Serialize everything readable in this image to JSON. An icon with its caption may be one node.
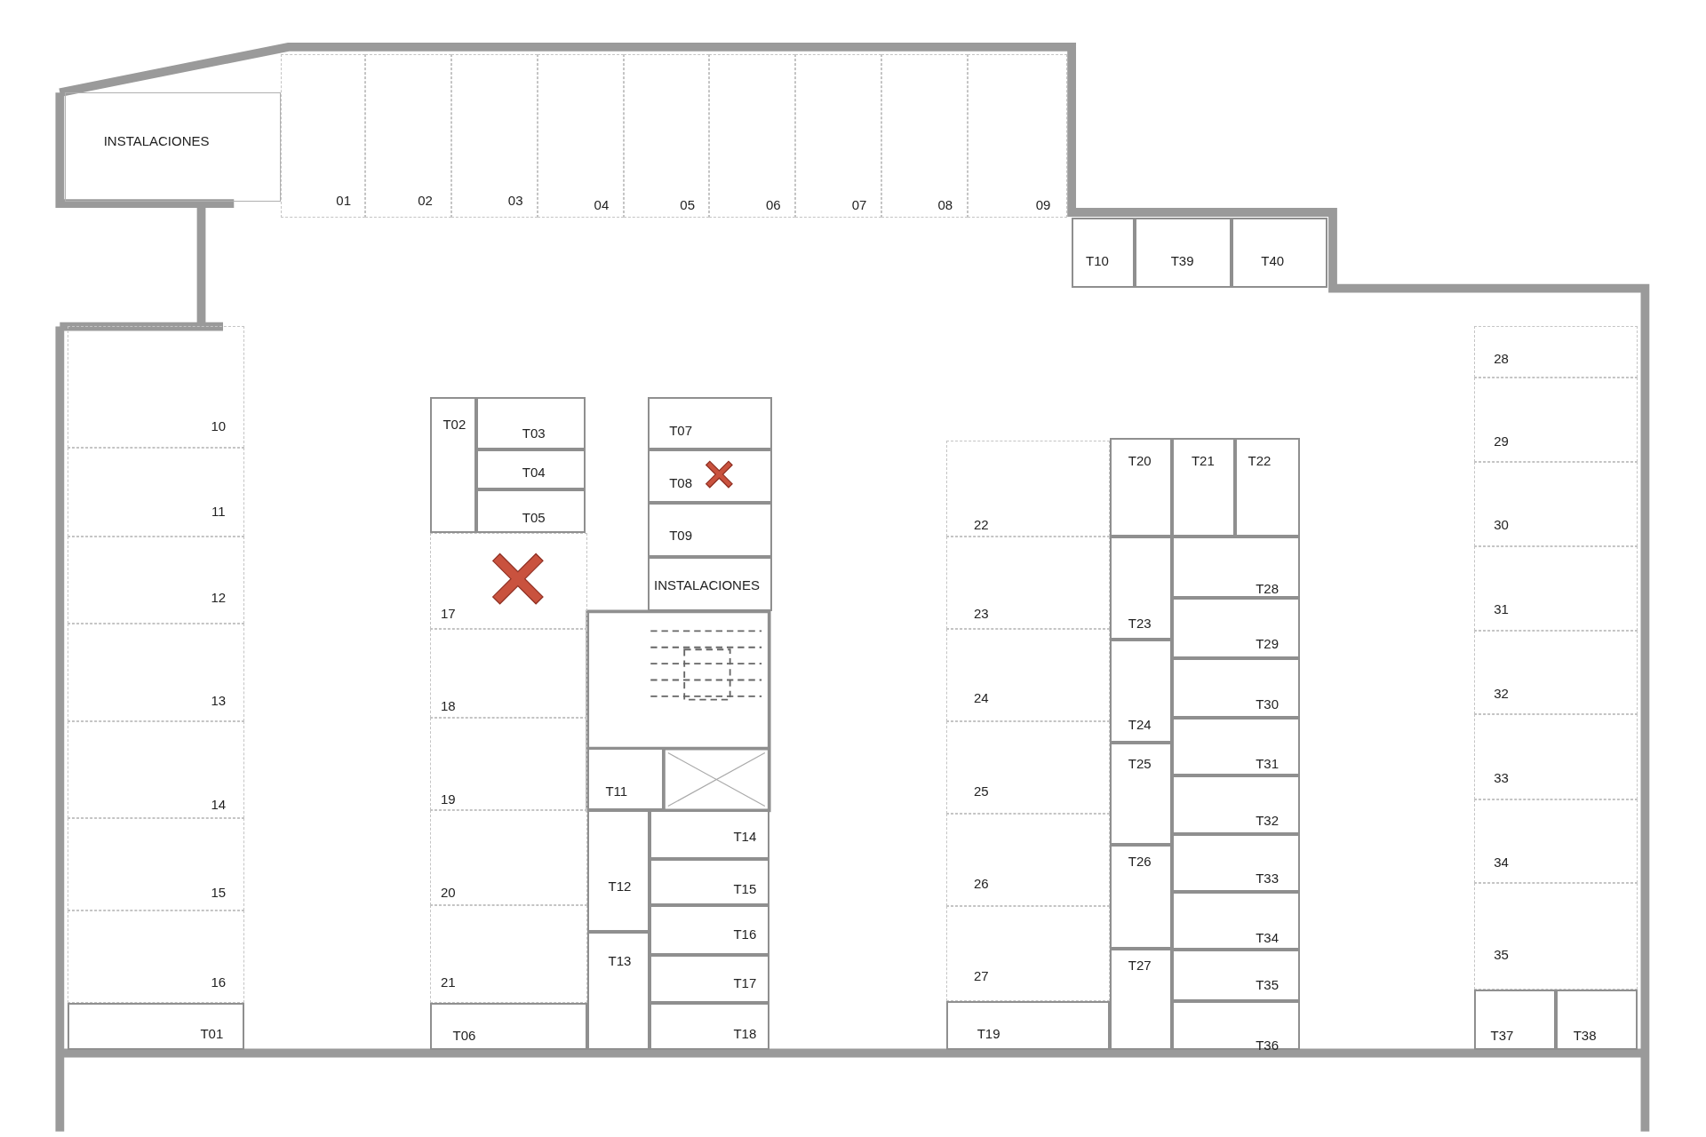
{
  "diagram": {
    "nodes": [
      {
        "text": [
          "INSTALACIONES"
        ]
      },
      {
        "text": [
          "01"
        ]
      },
      {
        "text": [
          "02"
        ]
      },
      {
        "text": [
          "03"
        ]
      },
      {
        "text": [
          "04"
        ]
      },
      {
        "text": [
          "05"
        ]
      },
      {
        "text": [
          "06"
        ]
      },
      {
        "text": [
          "07"
        ]
      },
      {
        "text": [
          "08"
        ]
      },
      {
        "text": [
          "09"
        ]
      },
      {
        "text": [
          "T10"
        ]
      },
      {
        "text": [
          "T39"
        ]
      },
      {
        "text": [
          "T40"
        ]
      },
      {
        "text": [
          "10"
        ]
      },
      {
        "text": [
          "11"
        ]
      },
      {
        "text": [
          "12"
        ]
      },
      {
        "text": [
          "13"
        ]
      },
      {
        "text": [
          "14"
        ]
      },
      {
        "text": [
          "15"
        ]
      },
      {
        "text": [
          "16"
        ]
      },
      {
        "text": [
          "T01"
        ]
      },
      {
        "text": [
          "T02"
        ]
      },
      {
        "text": [
          "T03"
        ]
      },
      {
        "text": [
          "T04"
        ]
      },
      {
        "text": [
          "T05"
        ]
      },
      {
        "text": [
          "17"
        ]
      },
      {
        "text": [
          "18"
        ]
      },
      {
        "text": [
          "19"
        ]
      },
      {
        "text": [
          "20"
        ]
      },
      {
        "text": [
          "21"
        ]
      },
      {
        "text": [
          "T06"
        ]
      },
      {
        "text": [
          "T07"
        ]
      },
      {
        "text": [
          "T08"
        ]
      },
      {
        "text": [
          "T09"
        ]
      },
      {
        "text": [
          "INSTALACIONES"
        ]
      },
      {
        "text": [
          "T11"
        ]
      },
      {
        "text": [
          "T12"
        ]
      },
      {
        "text": [
          "T13"
        ]
      },
      {
        "text": [
          "T14"
        ]
      },
      {
        "text": [
          "T15"
        ]
      },
      {
        "text": [
          "T16"
        ]
      },
      {
        "text": [
          "T17"
        ]
      },
      {
        "text": [
          "T18"
        ]
      },
      {
        "text": [
          "22"
        ]
      },
      {
        "text": [
          "23"
        ]
      },
      {
        "text": [
          "24"
        ]
      },
      {
        "text": [
          "25"
        ]
      },
      {
        "text": [
          "26"
        ]
      },
      {
        "text": [
          "27"
        ]
      },
      {
        "text": [
          "T19"
        ]
      },
      {
        "text": [
          "T20"
        ]
      },
      {
        "text": [
          "T21"
        ]
      },
      {
        "text": [
          "T22"
        ]
      },
      {
        "text": [
          "T23"
        ]
      },
      {
        "text": [
          "T24"
        ]
      },
      {
        "text": [
          "T25"
        ]
      },
      {
        "text": [
          "T26"
        ]
      },
      {
        "text": [
          "T27"
        ]
      },
      {
        "text": [
          "T28"
        ]
      },
      {
        "text": [
          "T29"
        ]
      },
      {
        "text": [
          "T30"
        ]
      },
      {
        "text": [
          "T31"
        ]
      },
      {
        "text": [
          "T32"
        ]
      },
      {
        "text": [
          "T33"
        ]
      },
      {
        "text": [
          "T34"
        ]
      },
      {
        "text": [
          "T35"
        ]
      },
      {
        "text": [
          "T36"
        ]
      },
      {
        "text": [
          "28"
        ]
      },
      {
        "text": [
          "29"
        ]
      },
      {
        "text": [
          "30"
        ]
      },
      {
        "text": [
          "31"
        ]
      },
      {
        "text": [
          "32"
        ]
      },
      {
        "text": [
          "33"
        ]
      },
      {
        "text": [
          "34"
        ]
      },
      {
        "text": [
          "35"
        ]
      },
      {
        "text": [
          "T37"
        ]
      },
      {
        "text": [
          "T38"
        ]
      }
    ]
  }
}
